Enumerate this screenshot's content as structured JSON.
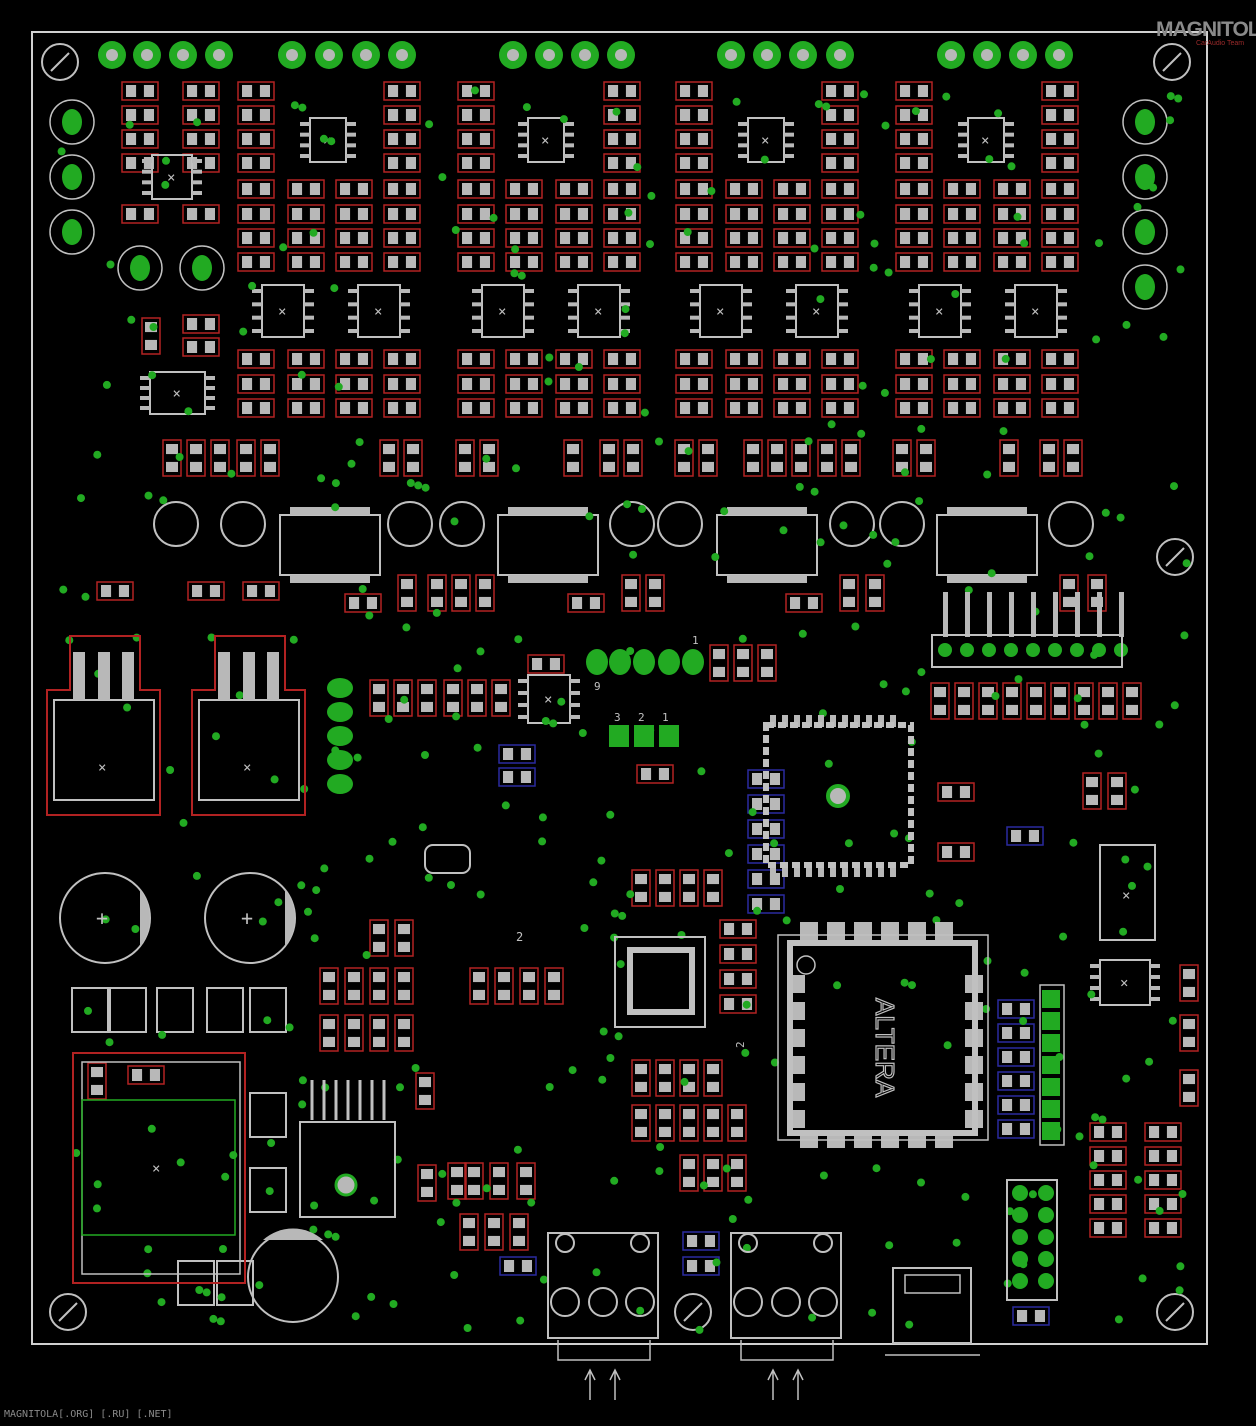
{
  "logo": {
    "title": "MAGNITOLA",
    "subtitle": "CarAudio Team"
  },
  "footer": {
    "text": "MAGNITOLA[.ORG] [.RU] [.NET]"
  },
  "pin_labels": {
    "header_pin1": "1",
    "header_pin9": "9",
    "pin_3": "3",
    "pin_2": "2",
    "pin_1": "1",
    "jumper_2": "2",
    "conn_2": "2",
    "ref_2": "2"
  },
  "chip_marking": "ALTERA",
  "colors": {
    "background": "#000000",
    "silkscreen": "#c0c0c0",
    "smd_outline": "#b22222",
    "blue_outline": "#2a2aa0",
    "pad_green": "#22aa22",
    "pad_body": "#b8b8b8",
    "board_edge": "#d0d0d0"
  }
}
